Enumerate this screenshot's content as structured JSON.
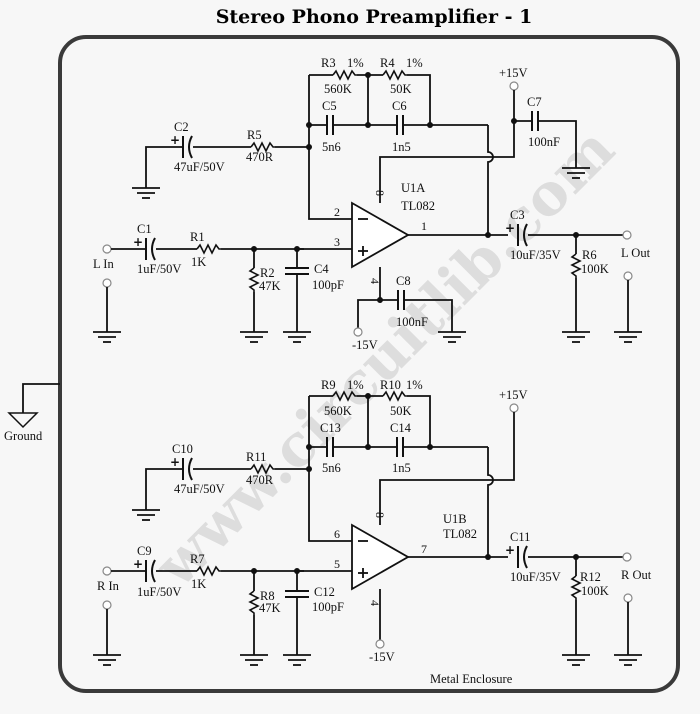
{
  "title": "Stereo Phono Preamplifier - 1",
  "watermark": "www.circuitlib.com",
  "enclosure_label": "Metal Enclosure",
  "ground_label": "Ground",
  "left_channel": {
    "input_label": "L In",
    "output_label": "L Out",
    "opamp": {
      "ref": "U1A",
      "part": "TL082",
      "pin_inv": "2",
      "pin_noninv": "3",
      "pin_out": "1",
      "pin_vplus": "8",
      "pin_vminus": "4"
    },
    "supply_pos": "+15V",
    "supply_neg": "-15V",
    "components": {
      "C1": {
        "ref": "C1",
        "value": "1uF/50V"
      },
      "R1": {
        "ref": "R1",
        "value": "1K"
      },
      "R2": {
        "ref": "R2",
        "value": "47K"
      },
      "C4": {
        "ref": "C4",
        "value": "100pF"
      },
      "C2": {
        "ref": "C2",
        "value": "47uF/50V"
      },
      "R5": {
        "ref": "R5",
        "value": "470R"
      },
      "R3": {
        "ref": "R3",
        "tol": "1%",
        "value": "560K"
      },
      "R4": {
        "ref": "R4",
        "tol": "1%",
        "value": "50K"
      },
      "C5": {
        "ref": "C5",
        "value": "5n6"
      },
      "C6": {
        "ref": "C6",
        "value": "1n5"
      },
      "C7": {
        "ref": "C7",
        "value": "100nF"
      },
      "C8": {
        "ref": "C8",
        "value": "100nF"
      },
      "C3": {
        "ref": "C3",
        "value": "10uF/35V"
      },
      "R6": {
        "ref": "R6",
        "value": "100K"
      }
    }
  },
  "right_channel": {
    "input_label": "R In",
    "output_label": "R Out",
    "opamp": {
      "ref": "U1B",
      "part": "TL082",
      "pin_inv": "6",
      "pin_noninv": "5",
      "pin_out": "7",
      "pin_vplus": "8",
      "pin_vminus": "4"
    },
    "supply_pos": "+15V",
    "supply_neg": "-15V",
    "components": {
      "C9": {
        "ref": "C9",
        "value": "1uF/50V"
      },
      "R7": {
        "ref": "R7",
        "value": "1K"
      },
      "R8": {
        "ref": "R8",
        "value": "47K"
      },
      "C12": {
        "ref": "C12",
        "value": "100pF"
      },
      "C10": {
        "ref": "C10",
        "value": "47uF/50V"
      },
      "R11": {
        "ref": "R11",
        "value": "470R"
      },
      "R9": {
        "ref": "R9",
        "tol": "1%",
        "value": "560K"
      },
      "R10": {
        "ref": "R10",
        "tol": "1%",
        "value": "50K"
      },
      "C13": {
        "ref": "C13",
        "value": "5n6"
      },
      "C14": {
        "ref": "C14",
        "value": "1n5"
      },
      "C11": {
        "ref": "C11",
        "value": "10uF/35V"
      },
      "R12": {
        "ref": "R12",
        "value": "100K"
      }
    }
  }
}
